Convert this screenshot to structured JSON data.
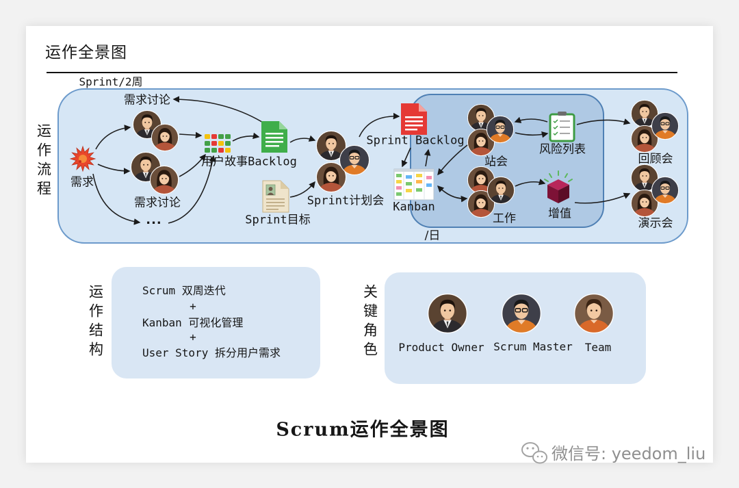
{
  "header": {
    "title": "运作全景图"
  },
  "flow": {
    "cycle_label": "Sprint/2周",
    "daily_label": "/日",
    "section_label": "运作流程",
    "requirement": "需求",
    "discussion_top": "需求讨论",
    "discussion_mid": "需求讨论",
    "more": "...",
    "user_story_backlog": "用户故事Backlog",
    "sprint_goal": "Sprint目标",
    "sprint_planning": "Sprint计划会",
    "sprint_backlog": "Sprint Backlog",
    "kanban": "Kanban",
    "standup": "站会",
    "risk_list": "风险列表",
    "work": "工作",
    "value_add": "增值",
    "retrospective": "回顾会",
    "demo": "演示会"
  },
  "structure": {
    "section_label": "运作结构",
    "lines": [
      "Scrum 双周迭代",
      "+",
      "Kanban 可视化管理",
      "+",
      "User Story 拆分用户需求"
    ]
  },
  "roles": {
    "section_label": "关键角色",
    "items": [
      {
        "label": "Product Owner",
        "icon": "product-owner-avatar-icon"
      },
      {
        "label": "Scrum Master",
        "icon": "scrum-master-avatar-icon"
      },
      {
        "label": "Team",
        "icon": "team-avatar-icon"
      }
    ]
  },
  "caption": "Scrum运作全景图",
  "watermark": {
    "icon": "wechat-icon",
    "text": "微信号: yeedom_liu"
  },
  "icons": {
    "requirement": "splat-icon",
    "user_story_backlog": "document-icon",
    "sprint_goal": "document-icon",
    "sprint_backlog": "document-icon",
    "kanban": "kanban-board-icon",
    "risk_list": "clipboard-icon",
    "value_add": "cube-icon",
    "task_board": "color-grid-icon",
    "people": "people-group-icon"
  },
  "colors": {
    "sprint_panel_fill": "#d6e6f5",
    "sprint_panel_border": "#6c9acb",
    "daily_panel_fill": "#afc9e4",
    "daily_panel_border": "#4f80b4",
    "section_box_fill": "#d9e6f4",
    "backlog_green": "#3fae4a",
    "sprint_backlog_red": "#e53935"
  }
}
